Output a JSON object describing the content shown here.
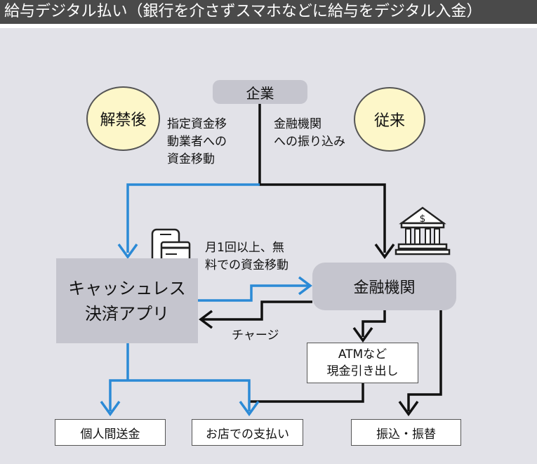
{
  "title": "給与デジタル払い（銀行を介さずスマホなどに給与をデジタル入金）",
  "circles": {
    "after_ban": "解禁後",
    "conventional": "従来"
  },
  "nodes": {
    "company": "企業",
    "cashless_app_line1": "キャッシュレス",
    "cashless_app_line2": "決済アプリ",
    "bank": "金融機関",
    "atm_line1": "ATMなど",
    "atm_line2": "現金引き出し",
    "p2p": "個人間送金",
    "store": "お店での支払い",
    "transfer": "振込・振替"
  },
  "labels": {
    "designated_1": "指定資金移",
    "designated_2": "動業者への",
    "designated_3": "資金移動",
    "bank_transfer_1": "金融機関",
    "bank_transfer_2": "への振り込み",
    "monthly_1": "月1回以上、無",
    "monthly_2": "料での資金移動",
    "charge": "チャージ"
  },
  "icons": [
    "smartphone-card-icon",
    "bank-building-icon"
  ],
  "colors": {
    "blue": "#2b8ad6",
    "black": "#111111",
    "panel": "#e2e2e8",
    "box_gray": "#c5c5ce",
    "circle_fill": "#fdf7c9"
  }
}
